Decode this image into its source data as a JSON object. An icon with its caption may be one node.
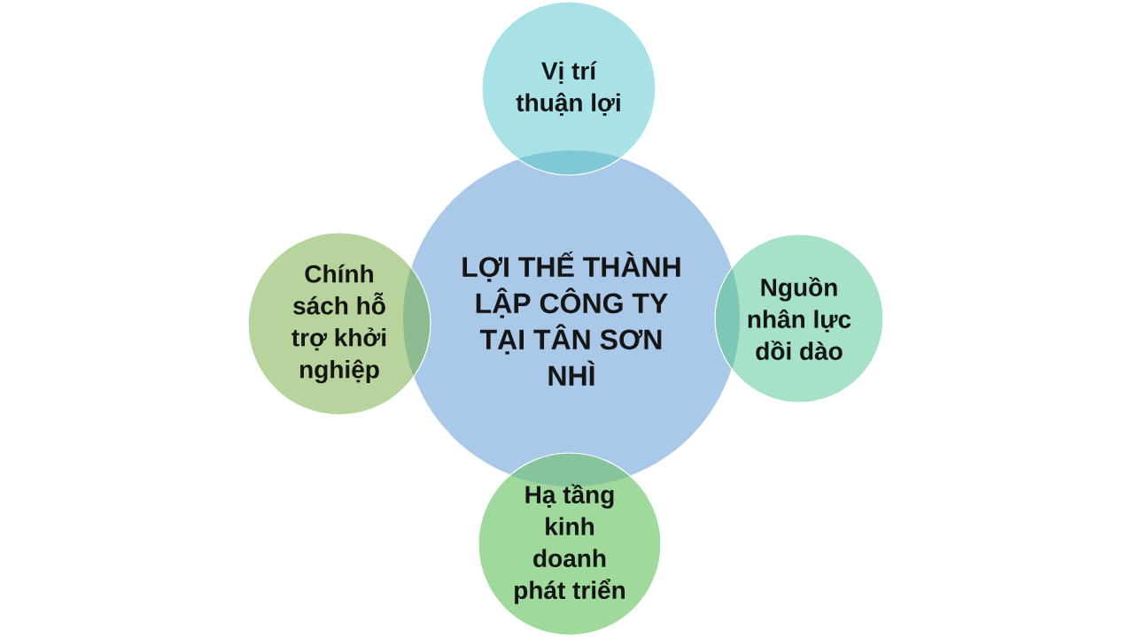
{
  "diagram": {
    "nodes": [
      {
        "text": [
          "Vị trí thuận lợi"
        ]
      },
      {
        "text": [
          "Chính sách hỗ trợ khởi nghiệp"
        ]
      },
      {
        "text": [
          "LỢI THẾ THÀNH LẬP CÔNG TY TẠI TÂN SƠN NHÌ"
        ]
      },
      {
        "text": [
          "Nguồn nhân lực dồi dào"
        ]
      },
      {
        "text": [
          "Hạ tầng kinh doanh phát triển"
        ]
      }
    ]
  }
}
